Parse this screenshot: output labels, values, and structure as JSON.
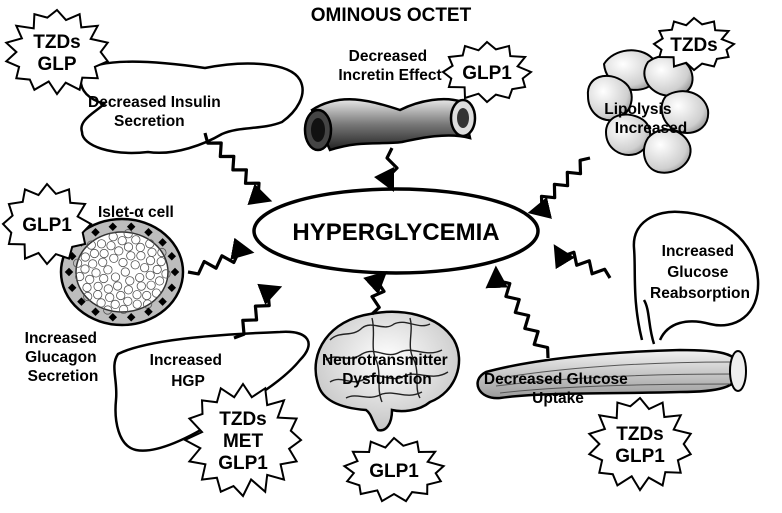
{
  "title": "OMINOUS OCTET",
  "center_label": "HYPERGLYCEMIA",
  "defects": {
    "insulin": [
      "Decreased Insulin",
      "Secretion"
    ],
    "incretin": [
      "Decreased",
      "Incretin Effect"
    ],
    "lipolysis": [
      "Lipolysis",
      "Increased"
    ],
    "islet": "Islet-α cell",
    "glucagon": [
      "Increased",
      "Glucagon",
      "Secretion"
    ],
    "reabsorption": [
      "Increased",
      "Glucose",
      "Reabsorption"
    ],
    "hgp": [
      "Increased",
      "HGP"
    ],
    "neuro": [
      "Neurotransmitter",
      "Dysfunction"
    ],
    "uptake": [
      "Decreased Glucose",
      "Uptake"
    ]
  },
  "therapies": {
    "top_left": [
      "TZDs",
      "GLP"
    ],
    "top_center": [
      "GLP1"
    ],
    "top_right": [
      "TZDs"
    ],
    "left": [
      "GLP1"
    ],
    "liver": [
      "TZDs",
      "MET",
      "GLP1"
    ],
    "bottom_center": [
      "GLP1"
    ],
    "muscle": [
      "TZDs",
      "GLP1"
    ]
  }
}
